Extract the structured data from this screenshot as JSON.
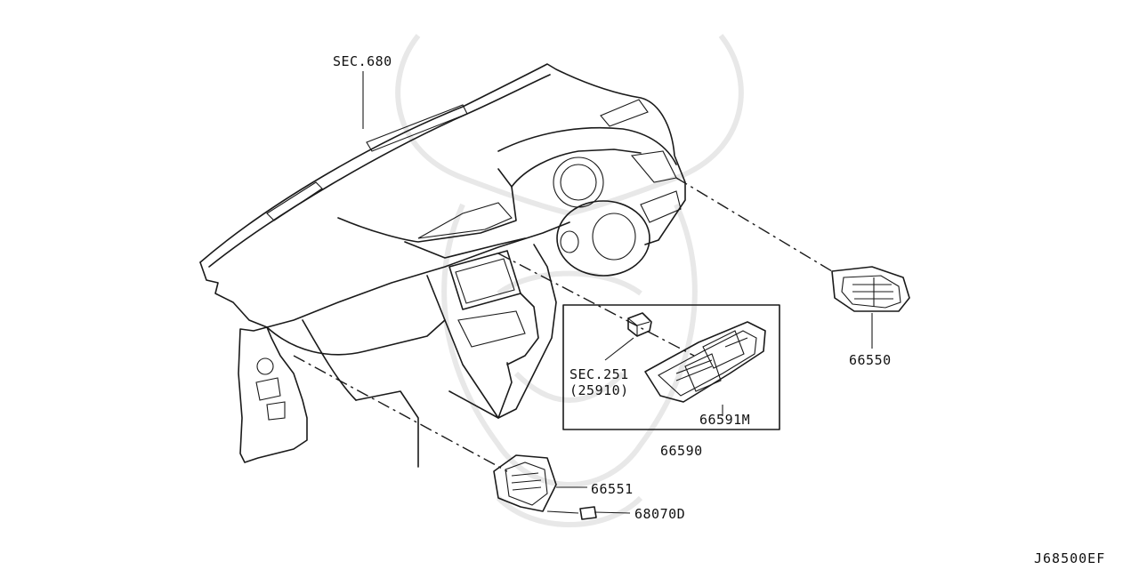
{
  "labels": {
    "sec680": "SEC.680",
    "sec251": "SEC.251",
    "sec251_sub": "(25910)",
    "p66591m": "66591M",
    "p66590": "66590",
    "p66550": "66550",
    "p66551": "66551",
    "p68070d": "68070D"
  },
  "reference": "J68500EF",
  "watermark_icon": "samurai-mask-watermark"
}
